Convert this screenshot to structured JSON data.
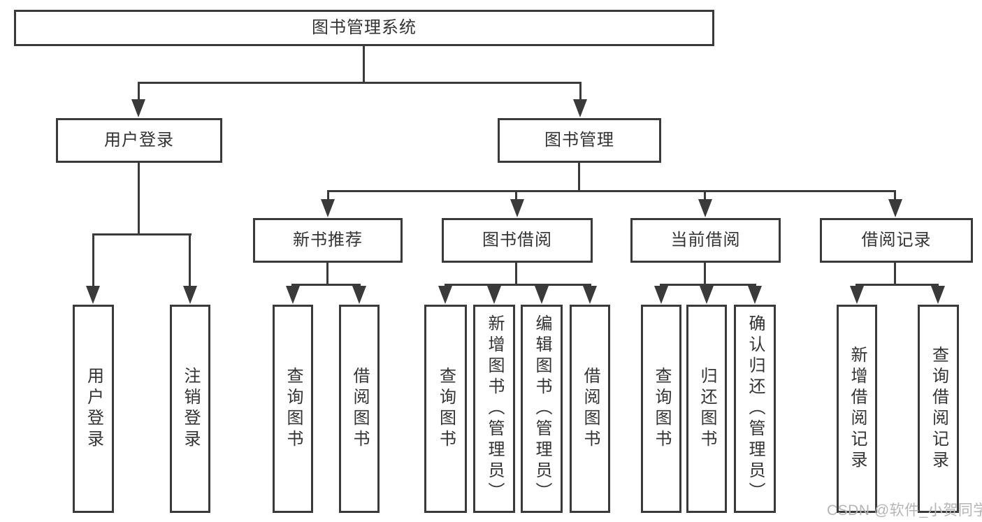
{
  "diagram": {
    "title": "图书管理系统",
    "nodes": {
      "system": "图书管理系统",
      "user_login": "用户登录",
      "book_management": "图书管理",
      "new_book_recommend": "新书推荐",
      "book_borrow": "图书借阅",
      "current_borrow": "当前借阅",
      "borrow_record": "借阅记录",
      "ul_user_login": "用户登录",
      "ul_logout": "注销登录",
      "nb_query_book": "查询图书",
      "nb_borrow_book": "借阅图书",
      "bb_query_book": "查询图书",
      "bb_add_book": "新增图书（管理员）",
      "bb_edit_book": "编辑图书（管理员）",
      "bb_borrow_book": "借阅图书",
      "cb_query_book": "查询图书",
      "cb_return_book": "归还图书",
      "cb_confirm_return": "确认归还（管理员）",
      "br_add_record": "新增借阅记录",
      "br_query_record": "查询借阅记录"
    },
    "hierarchy": {
      "system": [
        "user_login",
        "book_management"
      ],
      "user_login": [
        "ul_user_login",
        "ul_logout"
      ],
      "book_management": [
        "new_book_recommend",
        "book_borrow",
        "current_borrow",
        "borrow_record"
      ],
      "new_book_recommend": [
        "nb_query_book",
        "nb_borrow_book"
      ],
      "book_borrow": [
        "bb_query_book",
        "bb_add_book",
        "bb_edit_book",
        "bb_borrow_book"
      ],
      "current_borrow": [
        "cb_query_book",
        "cb_return_book",
        "cb_confirm_return"
      ],
      "borrow_record": [
        "br_add_record",
        "br_query_record"
      ]
    },
    "colors": {
      "line": "#3a3a3a",
      "text": "#333333",
      "background": "#ffffff",
      "watermark": "#b5b5b5"
    }
  },
  "watermark": {
    "text": "CSDN @软件_小贺同学"
  }
}
